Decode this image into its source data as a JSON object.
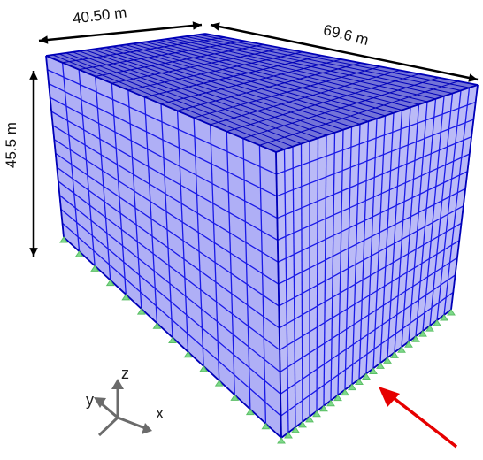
{
  "dimensions": {
    "width": "40.50 m",
    "length": "69.6 m",
    "height": "45.5 m"
  },
  "axes": {
    "z": "z",
    "y": "y",
    "x": "x"
  },
  "colors": {
    "frame": "#1a1ae6",
    "frame_dark": "#0000b8",
    "support": "#7fd98a",
    "arrow_red": "#e60000",
    "dimension_arrow": "#000000",
    "triad": "#6b6b6b"
  },
  "icons": {
    "supports": "fixed-support-icon",
    "pointer": "red-arrow-icon",
    "triad": "coordinate-axes-icon"
  }
}
